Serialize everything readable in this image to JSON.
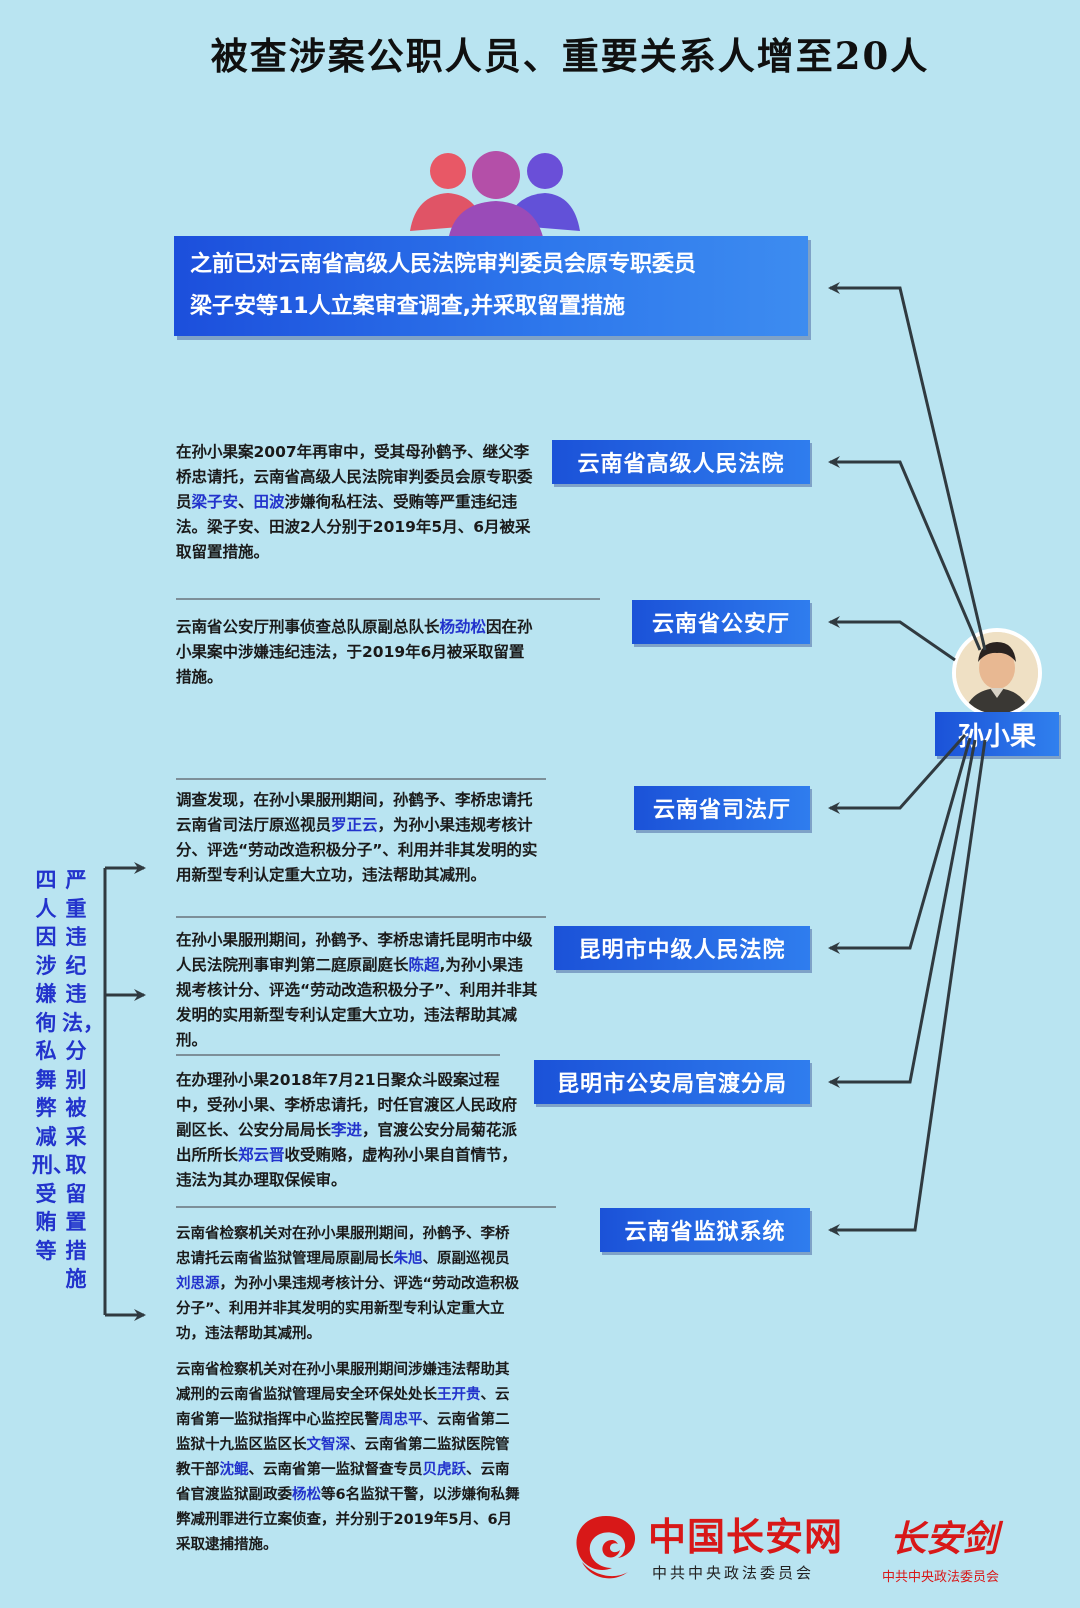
{
  "title": "被查涉案公职人员、重要关系人增至20人",
  "banner": {
    "line1": "之前已对云南省高级人民法院审判委员会原专职委员",
    "line2": "梁子安等11人立案审查调查,并采取留置措施"
  },
  "center": {
    "name": "孙小果"
  },
  "orgs": [
    "云南省高级人民法院",
    "云南省公安厅",
    "云南省司法厅",
    "昆明市中级人民法院",
    "昆明市公安局官渡分局",
    "云南省监狱系统"
  ],
  "paragraphs": [
    [
      {
        "t": "在孙小果案2007年再审中，受其母孙鹤予、继父李桥忠请托，云南省高级人民法院审判委员会原专职委员"
      },
      {
        "t": "梁子安",
        "n": true
      },
      {
        "t": "、"
      },
      {
        "t": "田波",
        "n": true
      },
      {
        "t": "涉嫌徇私枉法、受贿等严重违纪违法。梁子安、田波2人分别于2019年5月、6月被采取留置措施。"
      }
    ],
    [
      {
        "t": "云南省公安厅刑事侦查总队原副总队长"
      },
      {
        "t": "杨劲松",
        "n": true
      },
      {
        "t": "因在孙小果案中涉嫌违纪违法，于2019年6月被采取留置措施。"
      }
    ],
    [
      {
        "t": "调查发现，在孙小果服刑期间，孙鹤予、李桥忠请托云南省司法厅原巡视员"
      },
      {
        "t": "罗正云",
        "n": true
      },
      {
        "t": "，为孙小果违规考核计分、评选“劳动改造积极分子”、利用并非其发明的实用新型专利认定重大立功，违法帮助其减刑。"
      }
    ],
    [
      {
        "t": "在孙小果服刑期间，孙鹤予、李桥忠请托昆明市中级人民法院刑事审判第二庭原副庭长"
      },
      {
        "t": "陈超",
        "n": true
      },
      {
        "t": ",为孙小果违规考核计分、评选“劳动改造积极分子”、利用并非其发明的实用新型专利认定重大立功，违法帮助其减刑。"
      }
    ],
    [
      {
        "t": "在办理孙小果2018年7月21日聚众斗殴案过程中，受孙小果、李桥忠请托，时任官渡区人民政府副区长、公安分局局长"
      },
      {
        "t": "李进",
        "n": true
      },
      {
        "t": "，官渡公安分局菊花派出所所长"
      },
      {
        "t": "郑云晋",
        "n": true
      },
      {
        "t": "收受贿赂，虚构孙小果自首情节，违法为其办理取保候审。"
      }
    ],
    [
      {
        "t": "云南省检察机关对在孙小果服刑期间，孙鹤予、李桥忠请托云南省监狱管理局原副局长"
      },
      {
        "t": "朱旭",
        "n": true
      },
      {
        "t": "、原副巡视员"
      },
      {
        "t": "刘思源",
        "n": true
      },
      {
        "t": "，为孙小果违规考核计分、评选“劳动改造积极分子”、利用并非其发明的实用新型专利认定重大立功，违法帮助其减刑。"
      }
    ],
    [
      {
        "t": "云南省检察机关对在孙小果服刑期间涉嫌违法帮助其减刑的云南省监狱管理局安全环保处处长"
      },
      {
        "t": "王开贵",
        "n": true
      },
      {
        "t": "、云南省第一监狱指挥中心监控民警"
      },
      {
        "t": "周忠平",
        "n": true
      },
      {
        "t": "、云南省第二监狱十九监区监区长"
      },
      {
        "t": "文智深",
        "n": true
      },
      {
        "t": "、云南省第二监狱医院管教干部"
      },
      {
        "t": "沈鲲",
        "n": true
      },
      {
        "t": "、云南省第一监狱督查专员"
      },
      {
        "t": "贝虎跃",
        "n": true
      },
      {
        "t": "、云南省官渡监狱副政委"
      },
      {
        "t": "杨松",
        "n": true
      },
      {
        "t": "等6名监狱干警，以涉嫌徇私舞弊减刑罪进行立案侦查，并分别于2019年5月、6月采取逮捕措施。"
      }
    ]
  ],
  "vertical_left": "四人因涉嫌徇私舞弊减刑、受贿等",
  "vertical_right": "严重违纪违法，分别被采取留置措施",
  "logos": {
    "chinachangan": "中国长安网",
    "chinachangan_sub": "中共中央政法委员会",
    "changanjian": "长安剑",
    "changanjian_sub": "中共中央政法委员会"
  },
  "colors": {
    "background": "#b9e4f1",
    "box_blue": "#2a6fe8",
    "name_highlight": "#2233cc",
    "logo_red": "#d81818",
    "arrow": "#303a40"
  }
}
